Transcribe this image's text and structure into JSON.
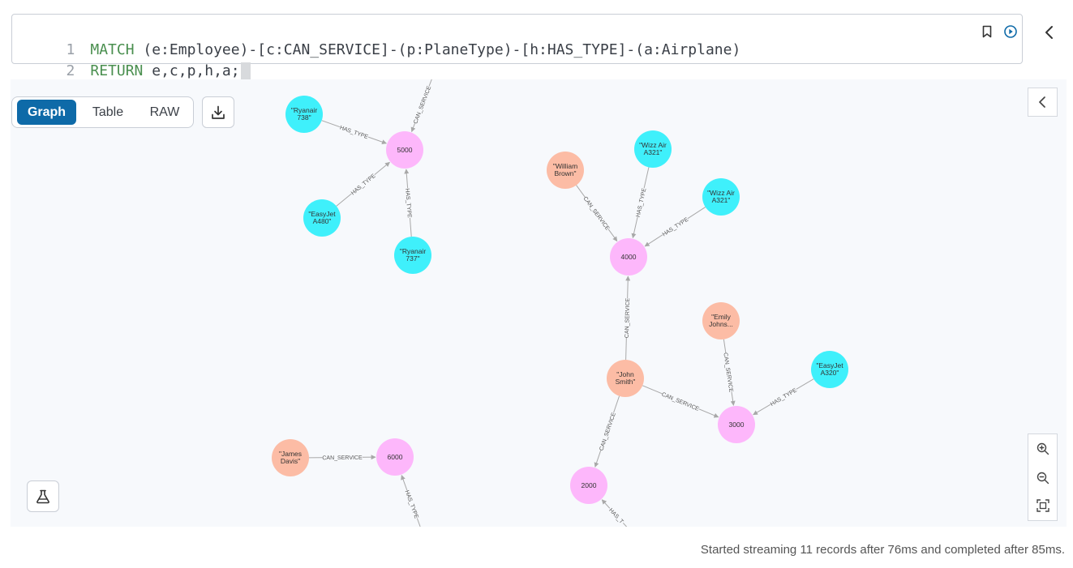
{
  "editor": {
    "lines": [
      {
        "number": "1",
        "segments": [
          {
            "text": "MATCH",
            "kind": "kw"
          },
          {
            "text": " (e:Employee)-[c:CAN_SERVICE]-(p:PlaneType)-[h:HAS_TYPE]-(a:Airplane)",
            "kind": "plain"
          }
        ]
      },
      {
        "number": "2",
        "segments": [
          {
            "text": "RETURN",
            "kind": "kw"
          },
          {
            "text": " e,c,p,h,a;",
            "kind": "plain"
          }
        ]
      }
    ],
    "icons": [
      "bookmark-icon",
      "run-icon",
      "chevron-left-icon"
    ]
  },
  "view_toggle": {
    "options": [
      {
        "label": "Graph",
        "active": true
      },
      {
        "label": "Table",
        "active": false
      },
      {
        "label": "RAW",
        "active": false
      }
    ]
  },
  "toolbar_icons": [
    "download-icon",
    "flask-icon",
    "zoom-in-icon",
    "zoom-out-icon",
    "fit-view-icon",
    "chevron-left-icon"
  ],
  "colors": {
    "airplane": "#3ff0fb",
    "plane_type": "#fdb7fb",
    "employee": "#fcbca5",
    "active_tab": "#0e6aa8",
    "edge": "#a8a8a8"
  },
  "graph": {
    "nodes": [
      {
        "id": "r738",
        "type": "airplane",
        "lines": [
          "\"Ryanair",
          "738\""
        ]
      },
      {
        "id": "p5000",
        "type": "plane_type",
        "lines": [
          "5000"
        ]
      },
      {
        "id": "ej480",
        "type": "airplane",
        "lines": [
          "\"EasyJet",
          "A480\""
        ]
      },
      {
        "id": "r737",
        "type": "airplane",
        "lines": [
          "\"Ryanair",
          "737\""
        ]
      },
      {
        "id": "wb",
        "type": "employee",
        "lines": [
          "\"William",
          "Brown\""
        ]
      },
      {
        "id": "wz1",
        "type": "airplane",
        "lines": [
          "\"Wizz Air",
          "A321\""
        ]
      },
      {
        "id": "wz2",
        "type": "airplane",
        "lines": [
          "\"Wizz Air",
          "A321\""
        ]
      },
      {
        "id": "p4000",
        "type": "plane_type",
        "lines": [
          "4000"
        ]
      },
      {
        "id": "ej",
        "type": "employee",
        "lines": [
          "\"Emily",
          "Johns..."
        ]
      },
      {
        "id": "ej320",
        "type": "airplane",
        "lines": [
          "\"EasyJet",
          "A320\""
        ]
      },
      {
        "id": "js",
        "type": "employee",
        "lines": [
          "\"John",
          "Smith\""
        ]
      },
      {
        "id": "p3000",
        "type": "plane_type",
        "lines": [
          "3000"
        ]
      },
      {
        "id": "p2000",
        "type": "plane_type",
        "lines": [
          "2000"
        ]
      },
      {
        "id": "jd",
        "type": "employee",
        "lines": [
          "\"James",
          "Davis\""
        ]
      },
      {
        "id": "p6000",
        "type": "plane_type",
        "lines": [
          "6000"
        ]
      }
    ],
    "relationships": [
      {
        "from": "r738",
        "to": "p5000",
        "label": "HAS_TYPE"
      },
      {
        "from": "ej480",
        "to": "p5000",
        "label": "HAS_TYPE"
      },
      {
        "from": "r737",
        "to": "p5000",
        "label": "HAS_TYPE"
      },
      {
        "from": "offscreen_top",
        "to": "p5000",
        "label": "CAN_SERVICE"
      },
      {
        "from": "wb",
        "to": "p4000",
        "label": "CAN_SERVICE"
      },
      {
        "from": "wz1",
        "to": "p4000",
        "label": "HAS_TYPE"
      },
      {
        "from": "wz2",
        "to": "p4000",
        "label": "HAS_TYPE"
      },
      {
        "from": "js",
        "to": "p4000",
        "label": "CAN_SERVICE"
      },
      {
        "from": "ej",
        "to": "p3000",
        "label": "CAN_SERVICE"
      },
      {
        "from": "ej320",
        "to": "p3000",
        "label": "HAS_TYPE"
      },
      {
        "from": "js",
        "to": "p3000",
        "label": "CAN_SERVICE"
      },
      {
        "from": "js",
        "to": "p2000",
        "label": "CAN_SERVICE"
      },
      {
        "from": "offscreen_bottom_2000",
        "to": "p2000",
        "label": "HAS_T"
      },
      {
        "from": "jd",
        "to": "p6000",
        "label": "CAN_SERVICE"
      },
      {
        "from": "offscreen_bottom_6000",
        "to": "p6000",
        "label": "HAS_TYPE"
      }
    ]
  },
  "status": "Started streaming 11 records after 76ms and completed after 85ms."
}
